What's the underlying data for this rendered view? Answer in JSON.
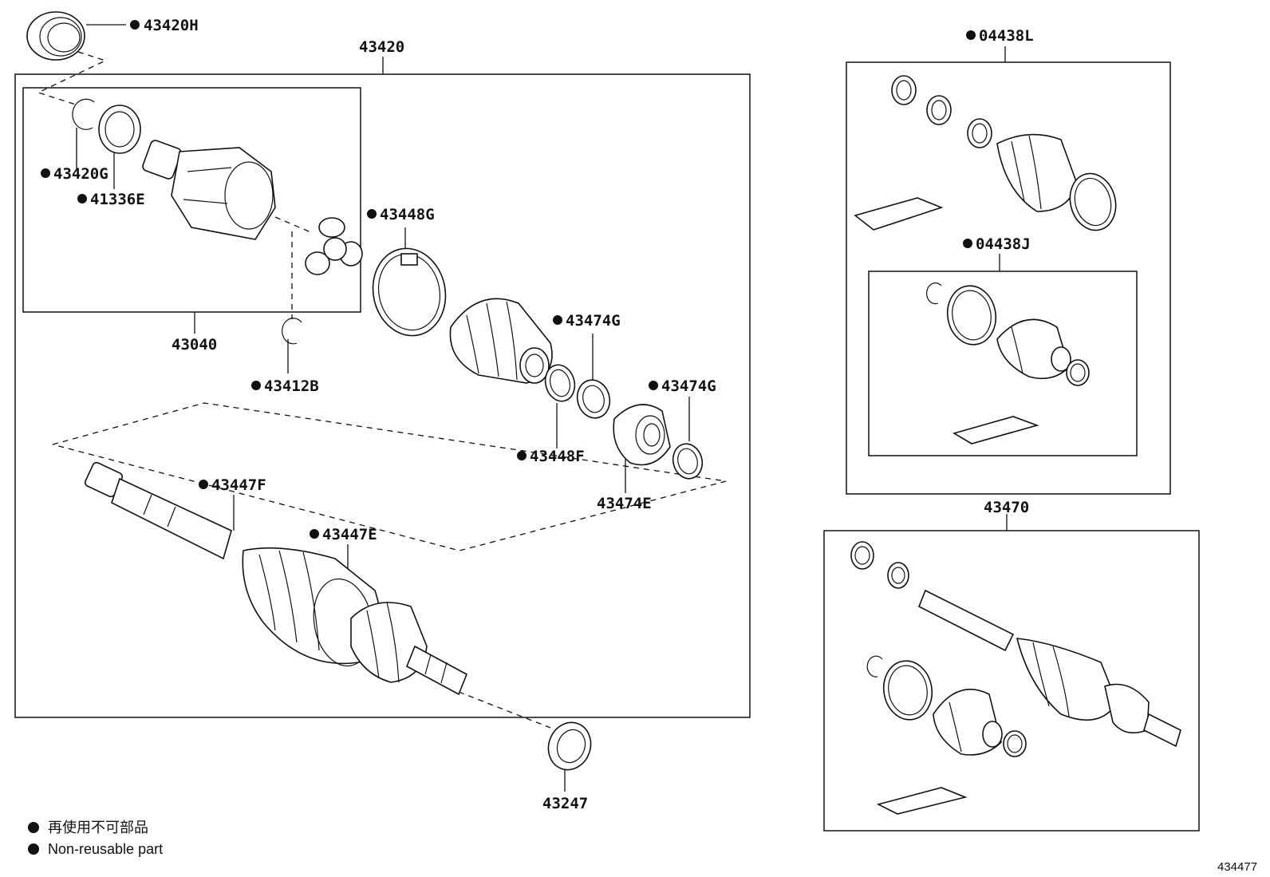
{
  "diagram": {
    "callouts": {
      "p43420H": "43420H",
      "p43420": "43420",
      "p43420G": "43420G",
      "p41336E": "41336E",
      "p43040": "43040",
      "p43412B": "43412B",
      "p43448G": "43448G",
      "p43474G_a": "43474G",
      "p43474G_b": "43474G",
      "p43448F": "43448F",
      "p43474E": "43474E",
      "p43447F": "43447F",
      "p43447E": "43447E",
      "p43247": "43247",
      "p04438L": "04438L",
      "p04438J": "04438J",
      "p43470": "43470"
    },
    "legend": {
      "line1": "再使用不可部品",
      "line2": "Non-reusable part"
    },
    "reference_number": "434477"
  }
}
